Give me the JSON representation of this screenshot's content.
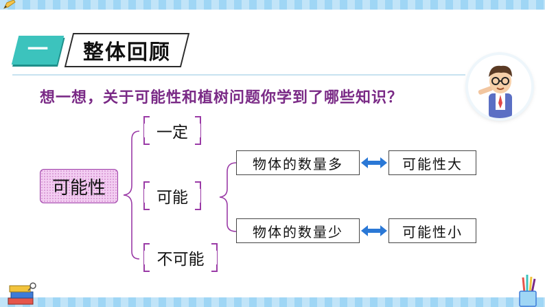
{
  "section": {
    "number": "一",
    "title": "整体回顾"
  },
  "question": "想一想，关于可能性和植树问题你学到了哪些知识？",
  "mindmap": {
    "root": "可能性",
    "branches": [
      "一定",
      "可能",
      "不可能"
    ],
    "items": [
      {
        "left": "物体的数量多",
        "right": "可能性大"
      },
      {
        "left": "物体的数量少",
        "right": "可能性小"
      }
    ]
  },
  "colors": {
    "accent": "#3cc3bd",
    "question_text": "#7a2a86",
    "bracket": "#9a3aa6",
    "arrow": "#2a78d6",
    "bar": "#9fd6f5"
  }
}
